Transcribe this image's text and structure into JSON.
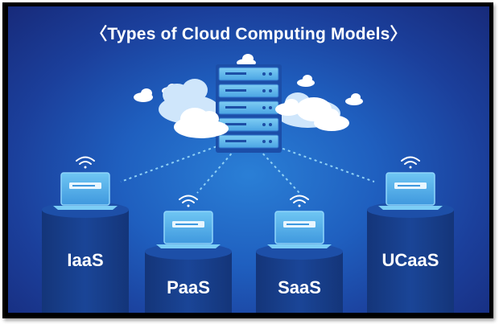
{
  "title": "〈Types of Cloud Computing Models〉",
  "models": [
    {
      "label": "IaaS"
    },
    {
      "label": "PaaS"
    },
    {
      "label": "SaaS"
    },
    {
      "label": "UCaaS"
    }
  ],
  "icons": [
    "server-rack-icon",
    "cloud-icon",
    "laptop-icon",
    "wifi-icon"
  ],
  "colors": {
    "background_dark": "#172a7a",
    "background_light": "#2a7fd6",
    "pillar": "#163a86",
    "pillar_top": "#1c4ca6",
    "laptop_screen": "#5fb8ee",
    "server": "#6cc1f0",
    "cloud": "#ffffff",
    "text": "#ffffff"
  }
}
